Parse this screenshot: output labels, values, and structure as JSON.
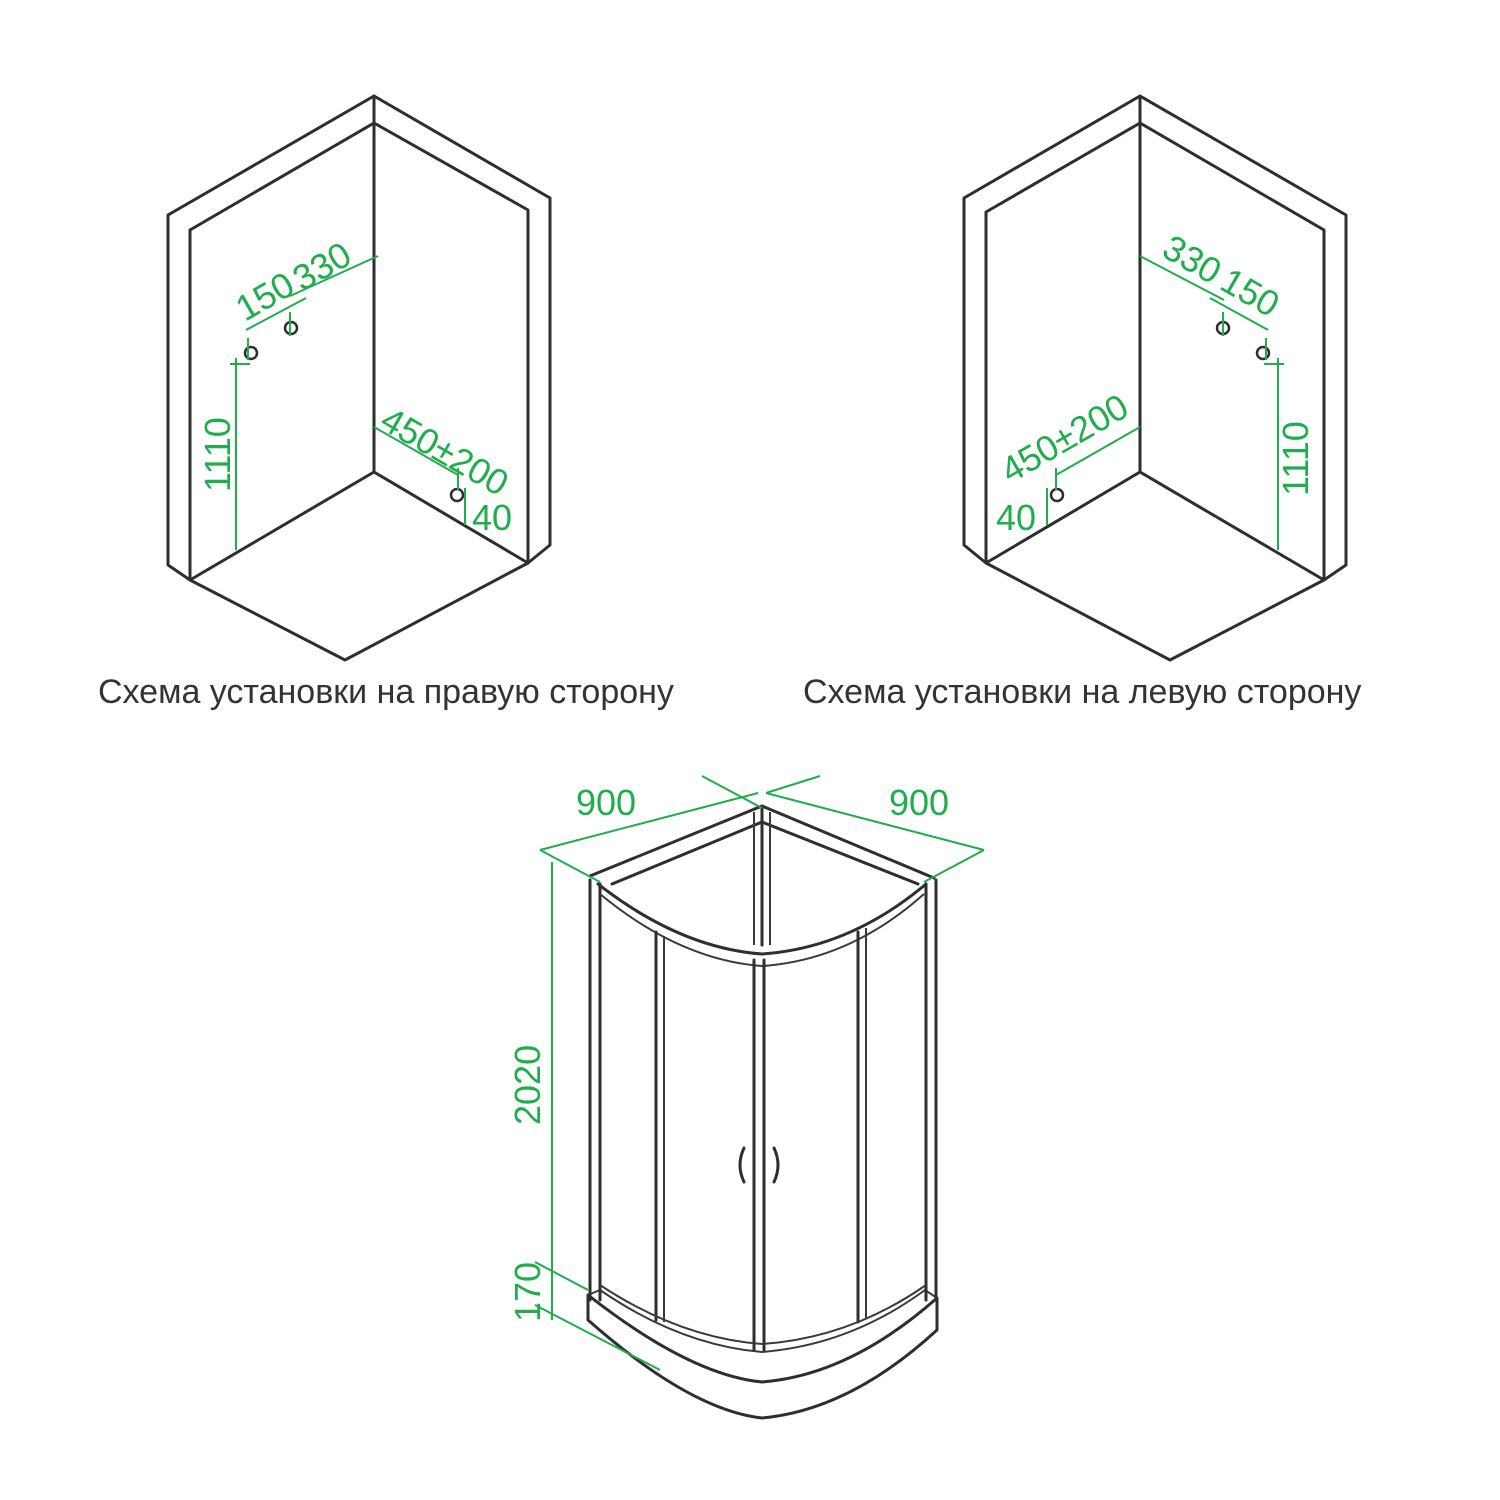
{
  "colors": {
    "dimension": "#1fae4b",
    "outline": "#2e2e2e",
    "caption": "#333333",
    "background": "#ffffff"
  },
  "right_scheme": {
    "caption": "Схема установки на правую сторону",
    "dim_pipe_spacing": "150",
    "dim_corner_offset": "330",
    "dim_pipe_height": "1110",
    "dim_drain_offset": "450±200",
    "dim_drain_height": "40"
  },
  "left_scheme": {
    "caption": "Схема установки на левую сторону",
    "dim_corner_offset": "330",
    "dim_pipe_spacing": "150",
    "dim_drain_offset": "450±200",
    "dim_drain_height": "40",
    "dim_pipe_height": "1110"
  },
  "cabin": {
    "width_left": "900",
    "width_right": "900",
    "height": "2020",
    "tray_height": "170"
  }
}
